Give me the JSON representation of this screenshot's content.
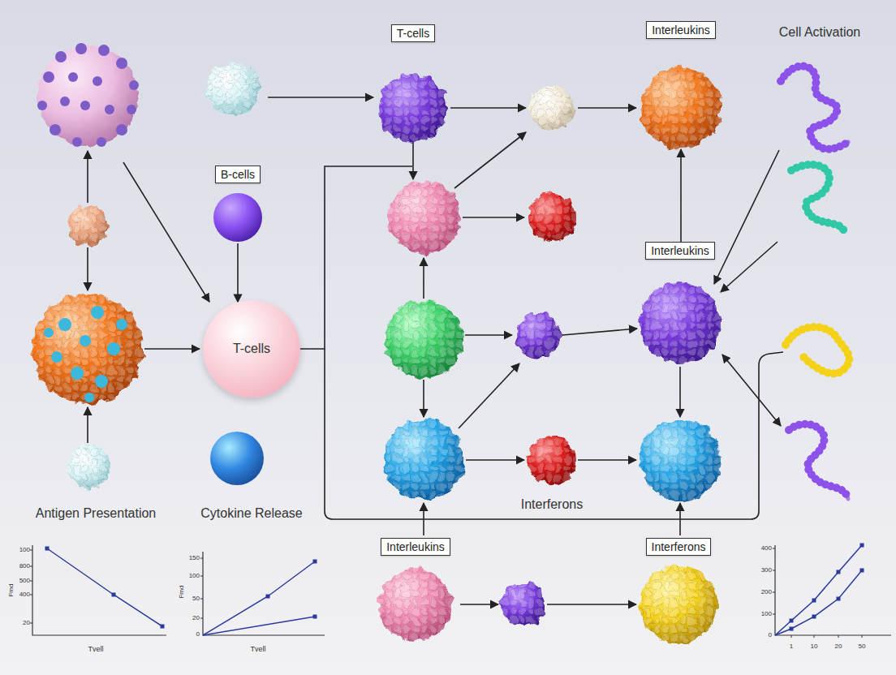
{
  "diagram": {
    "nodes": [
      {
        "text": [
          "T-cells"
        ]
      },
      {
        "text": [
          "Interleukins"
        ]
      },
      {
        "text": [
          "B-cells"
        ]
      },
      {
        "text": [
          "T-cells"
        ]
      },
      {
        "text": [
          "Interleukins"
        ]
      },
      {
        "text": [
          "Interleukins"
        ]
      },
      {
        "text": [
          "Interferons"
        ]
      }
    ],
    "edges": [
      {
        "from": 2,
        "to": 3,
        "arrow": "to"
      },
      {
        "from": 3,
        "to": 0,
        "arrow": "none"
      },
      {
        "from": 4,
        "to": 1,
        "arrow": "to"
      }
    ],
    "labels": [
      "Cell Activation",
      "Antigen Presentation",
      "Cytokine Release",
      "Interferons",
      "100",
      "800",
      "500",
      "400",
      "20",
      "Fmd",
      "Tvell",
      "150",
      "100",
      "50",
      "20",
      "0",
      "Fmd",
      "Tvell",
      "400",
      "300",
      "200",
      "100",
      "0",
      "1",
      "10",
      "20",
      "50"
    ]
  }
}
